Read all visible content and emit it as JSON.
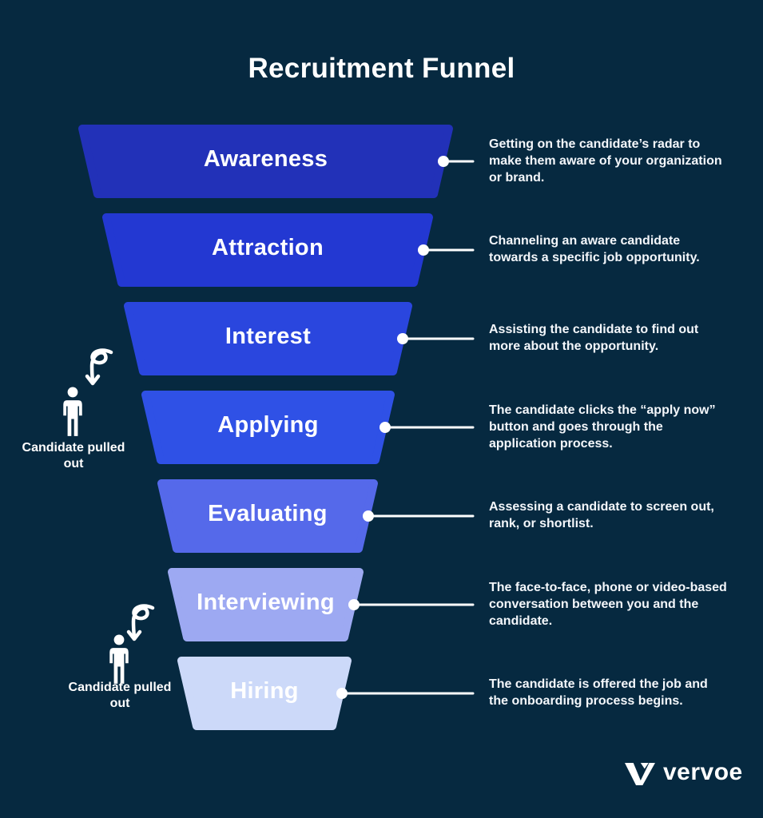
{
  "title": "Recruitment Funnel",
  "colors": {
    "background": "#062940",
    "connector": "#ffffff"
  },
  "funnel": {
    "stages": [
      {
        "label": "Awareness",
        "color": "#2231b8",
        "description": "Getting on the candidate’s radar to make them aware of your organization or brand."
      },
      {
        "label": "Attraction",
        "color": "#2338d2",
        "description": "Channeling an aware candidate towards a specific job opportunity."
      },
      {
        "label": "Interest",
        "color": "#2a46de",
        "description": "Assisting the candidate to find out more about the opportunity."
      },
      {
        "label": "Applying",
        "color": "#2f51e6",
        "description": "The candidate clicks the “apply now” button and goes through the application process."
      },
      {
        "label": "Evaluating",
        "color": "#5569ea",
        "description": "Assessing a candidate to screen out, rank, or shortlist."
      },
      {
        "label": "Interviewing",
        "color": "#9da9f2",
        "description": "The face-to-face, phone or video-based conversation between you and the candidate."
      },
      {
        "label": "Hiring",
        "color": "#ccd9f9",
        "description": "The candidate is offered the job and the onboarding process begins."
      }
    ]
  },
  "annotations": [
    {
      "label": "Candidate pulled out"
    },
    {
      "label": "Candidate pulled out"
    }
  ],
  "footer": {
    "brand": "vervoe"
  }
}
